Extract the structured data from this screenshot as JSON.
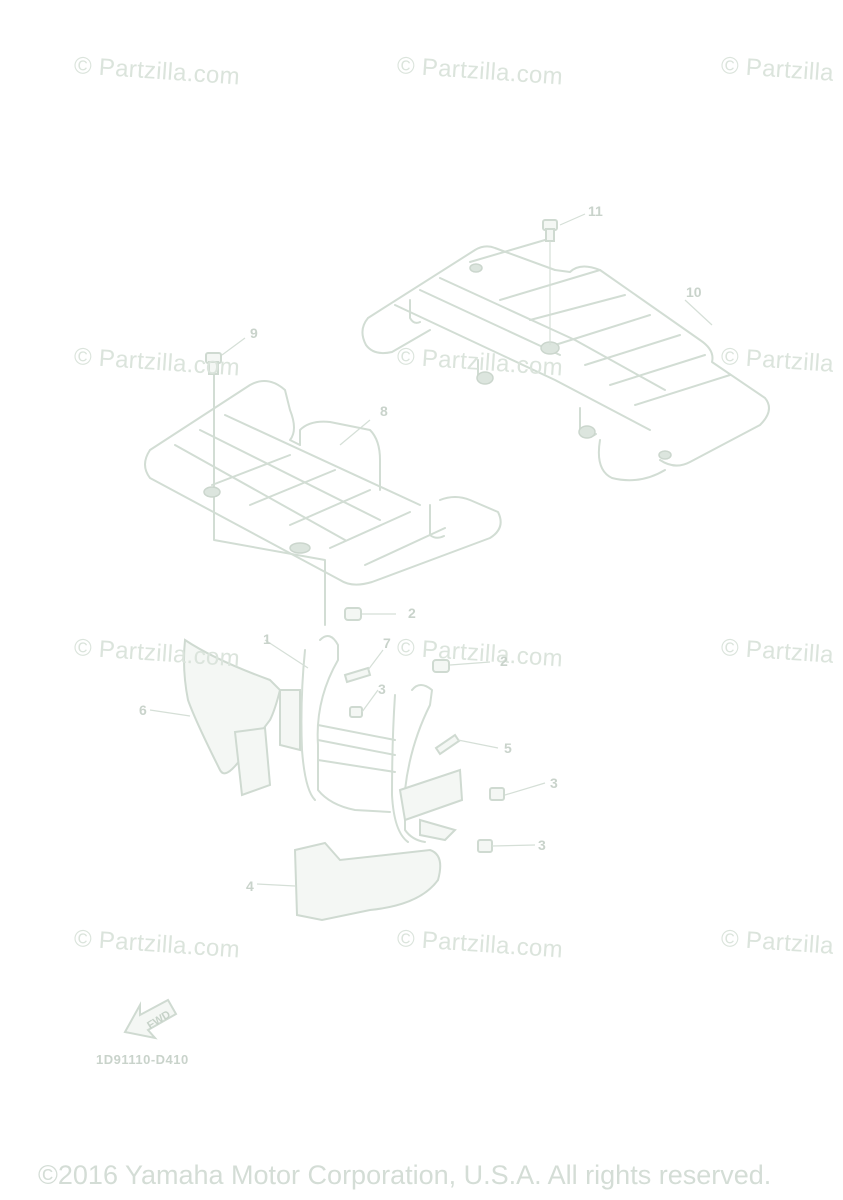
{
  "watermarks": [
    {
      "id": "wm1",
      "text": "© Partzilla.com"
    },
    {
      "id": "wm2",
      "text": "© Partzilla.com"
    },
    {
      "id": "wm3",
      "text": "© Partzilla"
    },
    {
      "id": "wm4",
      "text": "© Partzilla.com"
    },
    {
      "id": "wm5",
      "text": "© Partzilla.com"
    },
    {
      "id": "wm6",
      "text": "© Partzilla"
    },
    {
      "id": "wm7",
      "text": "© Partzilla.com"
    },
    {
      "id": "wm8",
      "text": "© Partzilla.com"
    },
    {
      "id": "wm9",
      "text": "© Partzilla"
    },
    {
      "id": "wm10",
      "text": "© Partzilla.com"
    },
    {
      "id": "wm11",
      "text": "© Partzilla.com"
    },
    {
      "id": "wm12",
      "text": "© Partzilla"
    }
  ],
  "callouts": {
    "c1": "1",
    "c2a": "2",
    "c2b": "2",
    "c3a": "3",
    "c3b": "3",
    "c3c": "3",
    "c4": "4",
    "c5": "5",
    "c6": "6",
    "c7": "7",
    "c8": "8",
    "c9": "9",
    "c10": "10",
    "c11": "11"
  },
  "fwd_label": "FWD",
  "part_code": "1D91110-D410",
  "copyright": "©2016 Yamaha Motor Corporation, U.S.A. All rights reserved.",
  "colors": {
    "line": "#d2ddd4",
    "watermark": "#dbe4dc",
    "text": "#c9d3cb"
  }
}
